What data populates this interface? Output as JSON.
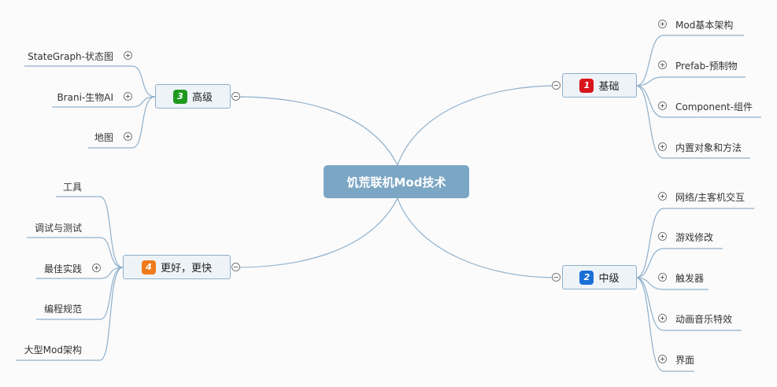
{
  "center": {
    "label": "饥荒联机Mod技术"
  },
  "branches": [
    {
      "num": "1",
      "label": "基础",
      "color": "#d8141c",
      "children": [
        "Mod基本架构",
        "Prefab-预制物",
        "Component-组件",
        "内置对象和方法"
      ]
    },
    {
      "num": "2",
      "label": "中级",
      "color": "#1a6fd6",
      "children": [
        "网络/主客机交互",
        "游戏修改",
        "触发器",
        "动画音乐特效",
        "界面"
      ]
    },
    {
      "num": "3",
      "label": "高级",
      "color": "#1e9a1e",
      "children": [
        "StateGraph-状态图",
        "Brani-生物AI",
        "地图"
      ]
    },
    {
      "num": "4",
      "label": "更好，更快",
      "color": "#ee7a1c",
      "children": [
        "工具",
        "调试与测试",
        "最佳实践",
        "编程规范",
        "大型Mod架构"
      ]
    }
  ]
}
